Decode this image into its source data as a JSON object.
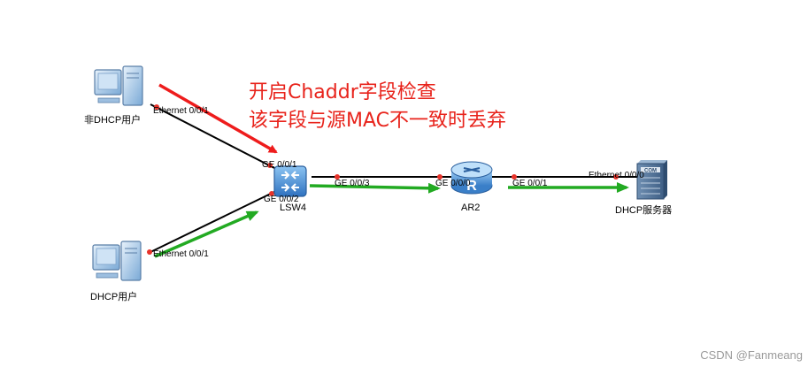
{
  "annotation": {
    "line1": "开启Chaddr字段检查",
    "line2": "该字段与源MAC不一致时丢弃"
  },
  "devices": {
    "pc_top": {
      "label": "非DHCP用户"
    },
    "pc_bottom": {
      "label": "DHCP用户"
    },
    "switch": {
      "label": "LSW4"
    },
    "router": {
      "label": "AR2"
    },
    "server": {
      "label": "DHCP服务器"
    }
  },
  "ports": {
    "pc_top_eth": "Ethernet 0/0/1",
    "pc_bottom_eth": "Ethernet 0/0/1",
    "sw_ge1": "GE 0/0/1",
    "sw_ge2": "GE 0/0/2",
    "sw_ge3": "GE 0/0/3",
    "ar_ge0": "GE 0/0/0",
    "ar_ge1": "GE 0/0/1",
    "server_eth": "Ethernet 0/0/0"
  },
  "watermark": "CSDN @Fanmeang",
  "colors": {
    "annotation_red": "#e8231b",
    "arrow_red": "#ee1c1c",
    "arrow_green": "#22aa22",
    "link_black": "#000000",
    "port_dot": "#e8332a",
    "switch_blue": "#3a86d8",
    "router_blue": "#4a90d9",
    "server_blue": "#5a7fa8"
  },
  "icons": {
    "pc_top": "pc-icon",
    "pc_bottom": "pc-icon",
    "switch": "switch-icon",
    "router": "router-icon",
    "server": "server-icon"
  }
}
